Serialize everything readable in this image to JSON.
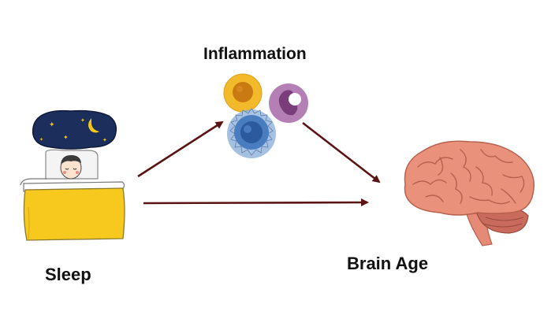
{
  "nodes": {
    "sleep": {
      "label": "Sleep",
      "icon": "sleeping-person-icon"
    },
    "inflammation": {
      "label": "Inflammation",
      "icon": "immune-cells-icon"
    },
    "brain_age": {
      "label": "Brain Age",
      "icon": "brain-icon"
    }
  },
  "edges": [
    {
      "from": "sleep",
      "to": "inflammation"
    },
    {
      "from": "inflammation",
      "to": "brain_age"
    },
    {
      "from": "sleep",
      "to": "brain_age"
    }
  ],
  "colors": {
    "arrow": "#5a1414",
    "night_sky": "#1c2e5c",
    "blanket": "#f7c81e",
    "cell_yellow": "#f2b92b",
    "cell_purple": "#b47fb4",
    "cell_blue": "#4a7cc0",
    "brain": "#e9917a"
  }
}
